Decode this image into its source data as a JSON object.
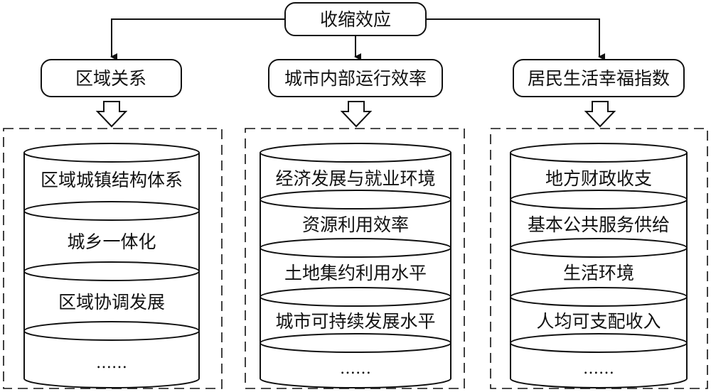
{
  "root": {
    "label": "收缩效应"
  },
  "categories": [
    {
      "label": "区域关系",
      "items": [
        "区域城镇结构体系",
        "城乡一体化",
        "区域协调发展"
      ],
      "ellipsis": "……"
    },
    {
      "label": "城市内部运行效率",
      "items": [
        "经济发展与就业环境",
        "资源利用效率",
        "土地集约利用水平",
        "城市可持续发展水平"
      ],
      "ellipsis": "……"
    },
    {
      "label": "居民生活幸福指数",
      "items": [
        "地方财政收支",
        "基本公共服务供给",
        "生活环境",
        "人均可支配收入"
      ],
      "ellipsis": "……"
    }
  ],
  "colors": {
    "line": "#111111",
    "fill": "#ffffff"
  }
}
